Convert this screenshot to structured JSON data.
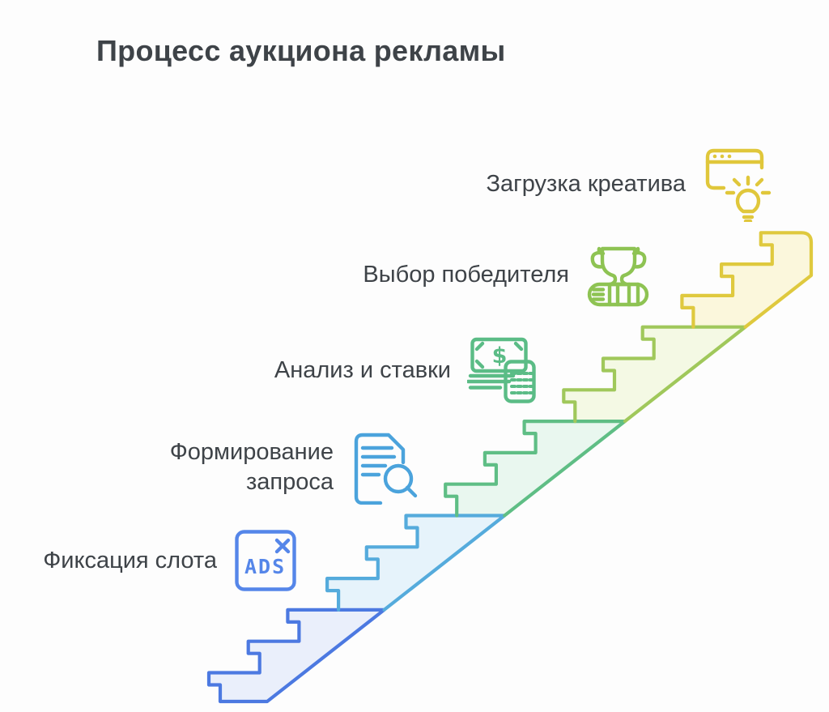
{
  "title": "Процесс аукциона рекламы",
  "steps": [
    {
      "id": "slot",
      "label": "Фиксация слота",
      "icon": "ads-window-icon",
      "accent": "#5586E9"
    },
    {
      "id": "request",
      "label": "Формирование запроса",
      "icon": "document-search-icon",
      "accent": "#4BA3DC"
    },
    {
      "id": "analysis",
      "label": "Анализ и ставки",
      "icon": "money-calculator-icon",
      "accent": "#5BBC86"
    },
    {
      "id": "winner",
      "label": "Выбор победителя",
      "icon": "trophy-icon",
      "accent": "#8EC353"
    },
    {
      "id": "creative",
      "label": "Загрузка креатива",
      "icon": "browser-lightbulb-icon",
      "accent": "#E0C73B"
    }
  ],
  "staircase": {
    "segments": [
      {
        "step": "Фиксация слота",
        "stroke": "#4C79E1",
        "fill": "#EAEFFB"
      },
      {
        "step": "Формирование запроса",
        "stroke": "#55ABDC",
        "fill": "#E6F3FB"
      },
      {
        "step": "Анализ и ставки",
        "stroke": "#5FBE85",
        "fill": "#E9F7EF"
      },
      {
        "step": "Выбор победителя",
        "stroke": "#A0C85B",
        "fill": "#F4F9E4"
      },
      {
        "step": "Загрузка креатива",
        "stroke": "#DFC93E",
        "fill": "#FBF7DC"
      }
    ]
  },
  "icon_texts": {
    "ads_label": "ADS",
    "dollar_sign": "$"
  },
  "colors": {
    "background": "#FDFDFD",
    "text": "#3E4348"
  }
}
